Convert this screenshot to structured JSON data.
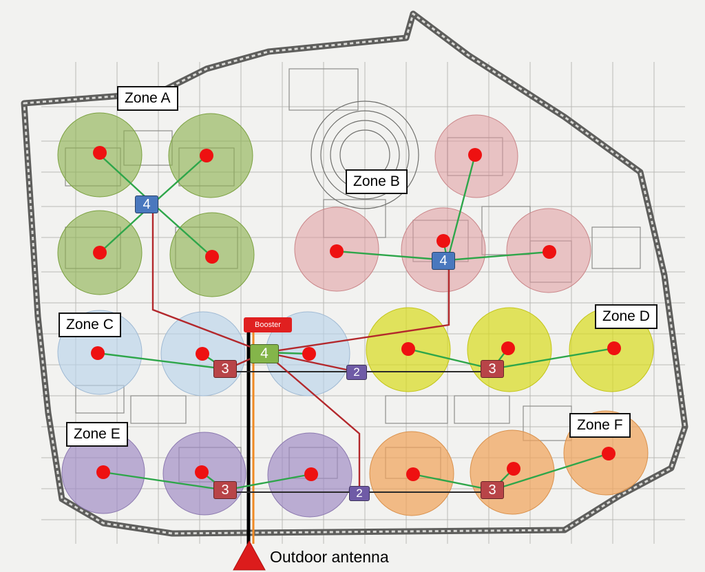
{
  "zones": [
    {
      "label": "Zone A",
      "color": "#8db24f"
    },
    {
      "label": "Zone B",
      "color": "#e09a9e"
    },
    {
      "label": "Zone C",
      "color": "#b9d2ea"
    },
    {
      "label": "Zone D",
      "color": "#d9dc1c"
    },
    {
      "label": "Zone E",
      "color": "#9f8bc4"
    },
    {
      "label": "Zone F",
      "color": "#f0a45c"
    }
  ],
  "hubs": {
    "zone_a": "4",
    "zone_b": "4",
    "central": "4",
    "zone_c": "3",
    "zone_d": "3",
    "zone_e": "3",
    "zone_f": "3",
    "splitter_upper": "2",
    "splitter_lower": "2"
  },
  "booster": "Booster",
  "antenna": "Outdoor antenna",
  "colors": {
    "antenna_point": "#dc1c1c",
    "green_link": "#2ea64a",
    "red_link": "#b3282c",
    "trunk": "#000000",
    "booster": "#e02020"
  }
}
